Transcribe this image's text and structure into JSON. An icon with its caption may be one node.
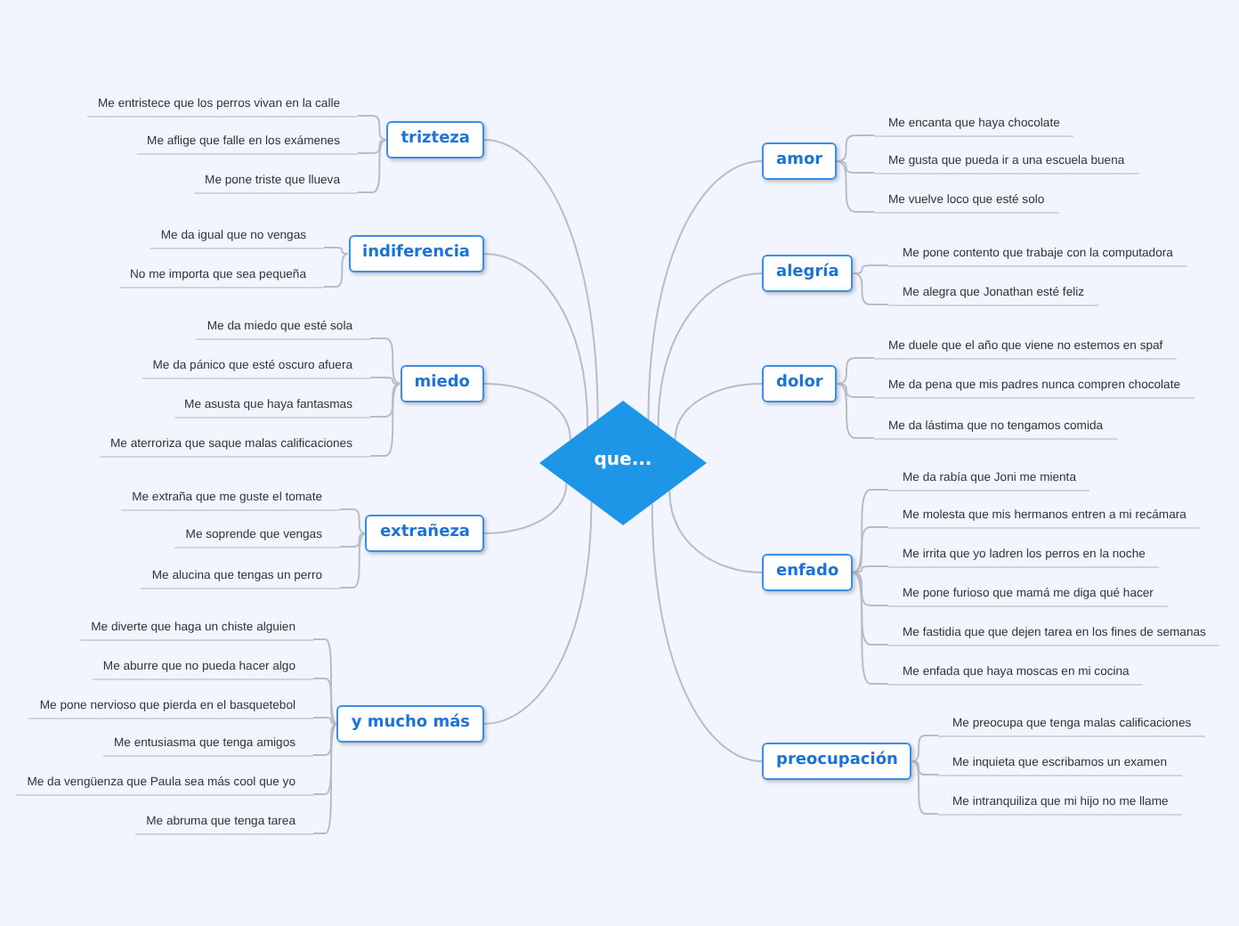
{
  "diagram": {
    "nodes": [
      {
        "text": [
          "que..."
        ]
      },
      {
        "text": [
          "trizteza"
        ]
      },
      {
        "text": [
          "Me entristece que los perros vivan en la calle"
        ]
      },
      {
        "text": [
          "Me aflige que falle en los exámenes"
        ]
      },
      {
        "text": [
          "Me pone triste que llueva"
        ]
      },
      {
        "text": [
          "indiferencia"
        ]
      },
      {
        "text": [
          "Me da igual que no vengas"
        ]
      },
      {
        "text": [
          "No me importa que sea pequeña"
        ]
      },
      {
        "text": [
          "miedo"
        ]
      },
      {
        "text": [
          "Me da miedo que esté sola"
        ]
      },
      {
        "text": [
          "Me da pánico que esté oscuro afuera"
        ]
      },
      {
        "text": [
          "Me asusta que haya fantasmas"
        ]
      },
      {
        "text": [
          "Me aterroriza que saque malas calificaciones"
        ]
      },
      {
        "text": [
          "extrañeza"
        ]
      },
      {
        "text": [
          "Me extraña que me guste el tomate"
        ]
      },
      {
        "text": [
          "Me soprende que vengas"
        ]
      },
      {
        "text": [
          "Me alucina que tengas un perro"
        ]
      },
      {
        "text": [
          "y mucho más"
        ]
      },
      {
        "text": [
          "Me diverte que haga un chiste alguien"
        ]
      },
      {
        "text": [
          "Me aburre que no pueda hacer algo"
        ]
      },
      {
        "text": [
          "Me pone nervioso que pierda en el basquetebol"
        ]
      },
      {
        "text": [
          "Me entusiasma que tenga amigos"
        ]
      },
      {
        "text": [
          "Me da vengüenza que Paula sea más cool que yo"
        ]
      },
      {
        "text": [
          "Me abruma que tenga tarea"
        ]
      },
      {
        "text": [
          "amor"
        ]
      },
      {
        "text": [
          "Me encanta que haya chocolate"
        ]
      },
      {
        "text": [
          "Me gusta que pueda ir a una escuela buena"
        ]
      },
      {
        "text": [
          "Me vuelve loco que esté solo"
        ]
      },
      {
        "text": [
          "alegría"
        ]
      },
      {
        "text": [
          "Me pone contento que trabaje con la computadora"
        ]
      },
      {
        "text": [
          "Me alegra que Jonathan esté feliz"
        ]
      },
      {
        "text": [
          "dolor"
        ]
      },
      {
        "text": [
          "Me duele que el año que viene no estemos en spaf"
        ]
      },
      {
        "text": [
          "Me da pena que mis padres nunca compren chocolate"
        ]
      },
      {
        "text": [
          "Me da lástima que no tengamos comida"
        ]
      },
      {
        "text": [
          "enfado"
        ]
      },
      {
        "text": [
          "Me da rabía que Joni me mienta"
        ]
      },
      {
        "text": [
          "Me molesta que mis hermanos entren a mi recámara"
        ]
      },
      {
        "text": [
          "Me irrita que yo ladren los perros en la noche"
        ]
      },
      {
        "text": [
          "Me pone furioso que mamá me diga qué hacer"
        ]
      },
      {
        "text": [
          "Me fastidia que que dejen tarea en los fines de semanas"
        ]
      },
      {
        "text": [
          "Me enfada que haya moscas en mi cocina"
        ]
      },
      {
        "text": [
          "preocupación"
        ]
      },
      {
        "text": [
          "Me preocupa que tenga malas calificaciones"
        ]
      },
      {
        "text": [
          "Me inquieta que escribamos un examen"
        ]
      },
      {
        "text": [
          "Me intranquiliza que mi hijo no me llame"
        ]
      }
    ],
    "edges": [
      {
        "from": 0,
        "to": 1,
        "arrow": "none"
      },
      {
        "from": 0,
        "to": 5,
        "arrow": "none"
      },
      {
        "from": 0,
        "to": 8,
        "arrow": "none"
      },
      {
        "from": 0,
        "to": 13,
        "arrow": "none"
      },
      {
        "from": 0,
        "to": 17,
        "arrow": "none"
      },
      {
        "from": 0,
        "to": 24,
        "arrow": "none"
      },
      {
        "from": 0,
        "to": 28,
        "arrow": "none"
      },
      {
        "from": 0,
        "to": 31,
        "arrow": "none"
      },
      {
        "from": 0,
        "to": 35,
        "arrow": "none"
      },
      {
        "from": 0,
        "to": 42,
        "arrow": "none"
      },
      {
        "from": 1,
        "to": 2,
        "arrow": "none"
      },
      {
        "from": 1,
        "to": 3,
        "arrow": "none"
      },
      {
        "from": 1,
        "to": 4,
        "arrow": "none"
      },
      {
        "from": 5,
        "to": 6,
        "arrow": "none"
      },
      {
        "from": 5,
        "to": 7,
        "arrow": "none"
      },
      {
        "from": 8,
        "to": 9,
        "arrow": "none"
      },
      {
        "from": 8,
        "to": 10,
        "arrow": "none"
      },
      {
        "from": 8,
        "to": 11,
        "arrow": "none"
      },
      {
        "from": 8,
        "to": 12,
        "arrow": "none"
      },
      {
        "from": 13,
        "to": 14,
        "arrow": "none"
      },
      {
        "from": 13,
        "to": 15,
        "arrow": "none"
      },
      {
        "from": 13,
        "to": 16,
        "arrow": "none"
      },
      {
        "from": 17,
        "to": 18,
        "arrow": "none"
      },
      {
        "from": 17,
        "to": 19,
        "arrow": "none"
      },
      {
        "from": 17,
        "to": 20,
        "arrow": "none"
      },
      {
        "from": 17,
        "to": 21,
        "arrow": "none"
      },
      {
        "from": 17,
        "to": 22,
        "arrow": "none"
      },
      {
        "from": 17,
        "to": 23,
        "arrow": "none"
      },
      {
        "from": 24,
        "to": 25,
        "arrow": "none"
      },
      {
        "from": 24,
        "to": 26,
        "arrow": "none"
      },
      {
        "from": 24,
        "to": 27,
        "arrow": "none"
      },
      {
        "from": 28,
        "to": 29,
        "arrow": "none"
      },
      {
        "from": 28,
        "to": 30,
        "arrow": "none"
      },
      {
        "from": 31,
        "to": 32,
        "arrow": "none"
      },
      {
        "from": 31,
        "to": 33,
        "arrow": "none"
      },
      {
        "from": 31,
        "to": 34,
        "arrow": "none"
      },
      {
        "from": 35,
        "to": 36,
        "arrow": "none"
      },
      {
        "from": 35,
        "to": 37,
        "arrow": "none"
      },
      {
        "from": 35,
        "to": 38,
        "arrow": "none"
      },
      {
        "from": 35,
        "to": 39,
        "arrow": "none"
      },
      {
        "from": 35,
        "to": 40,
        "arrow": "none"
      },
      {
        "from": 35,
        "to": 41,
        "arrow": "none"
      },
      {
        "from": 42,
        "to": 43,
        "arrow": "none"
      },
      {
        "from": 42,
        "to": 44,
        "arrow": "none"
      },
      {
        "from": 42,
        "to": 45,
        "arrow": "none"
      }
    ]
  }
}
